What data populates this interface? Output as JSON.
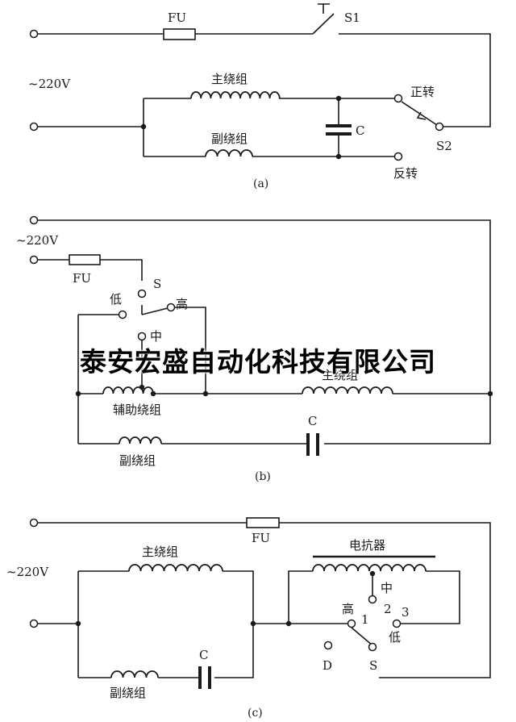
{
  "watermark": "泰安宏盛自动化科技有限公司",
  "a": {
    "fuse": "FU",
    "switch_s1": "S1",
    "supply": "~220V",
    "main_winding": "主绕组",
    "aux_winding": "副绕组",
    "capacitor": "C",
    "forward": "正转",
    "reverse": "反转",
    "switch_s2": "S2",
    "caption": "(a)"
  },
  "b": {
    "supply": "~220V",
    "fuse": "FU",
    "switch_s": "S",
    "low": "低",
    "high": "高",
    "mid": "中",
    "main_winding": "主绕组",
    "helper_winding": "辅助绕组",
    "capacitor": "C",
    "aux_winding": "副绕组",
    "caption": "(b)"
  },
  "c": {
    "fuse": "FU",
    "supply": "~220V",
    "main_winding": "主绕组",
    "reactor": "电抗器",
    "mid": "中",
    "num2": "2",
    "high": "高",
    "num1": "1",
    "num3": "3",
    "low": "低",
    "terminal_d": "D",
    "switch_s": "S",
    "capacitor": "C",
    "aux_winding": "副绕组",
    "caption": "(c)"
  }
}
